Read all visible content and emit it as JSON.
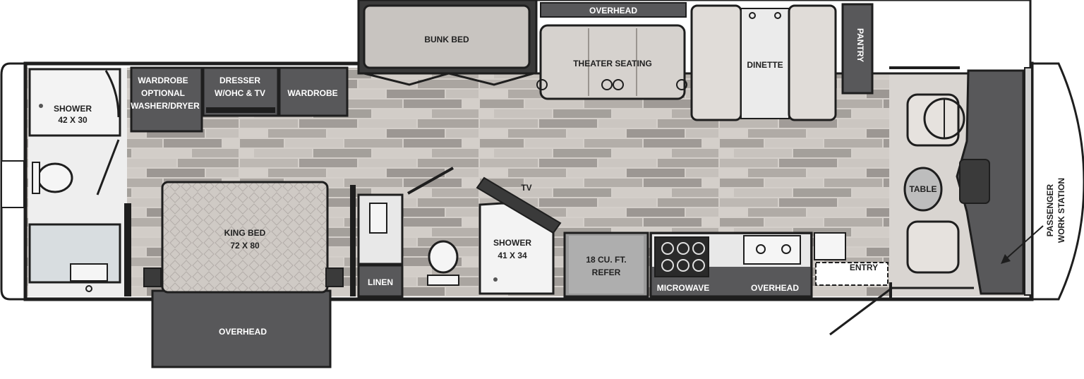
{
  "labels": {
    "shower_rear_1": "SHOWER",
    "shower_rear_2": "42 X 30",
    "wardrobe_washer_1": "WARDROBE",
    "wardrobe_washer_2": "OPTIONAL",
    "wardrobe_washer_3": "WASHER/DRYER",
    "dresser_1": "DRESSER",
    "dresser_2": "W/OHC & TV",
    "wardrobe": "WARDROBE",
    "bunk_bed": "BUNK BED",
    "overhead_top": "OVERHEAD",
    "theater_seating": "THEATER SEATING",
    "dinette": "DINETTE",
    "pantry": "PANTRY",
    "table": "TABLE",
    "passenger_1": "PASSENGER",
    "passenger_2": "WORK STATION",
    "king_bed_1": "KING BED",
    "king_bed_2": "72 X 80",
    "overhead_bedroom": "OVERHEAD",
    "linen": "LINEN",
    "tv": "TV",
    "shower_mid_1": "SHOWER",
    "shower_mid_2": "41 X 34",
    "refer_1": "18 CU. FT.",
    "refer_2": "REFER",
    "microwave": "MICROWAVE",
    "overhead_kitchen": "OVERHEAD",
    "entry": "ENTRY"
  },
  "colors": {
    "floor": "#d4cfca",
    "plank_dark": "#a19c98",
    "cabinet": "#58585a",
    "wall": "#1e1e1e",
    "fixture": "#e9e9e9"
  }
}
